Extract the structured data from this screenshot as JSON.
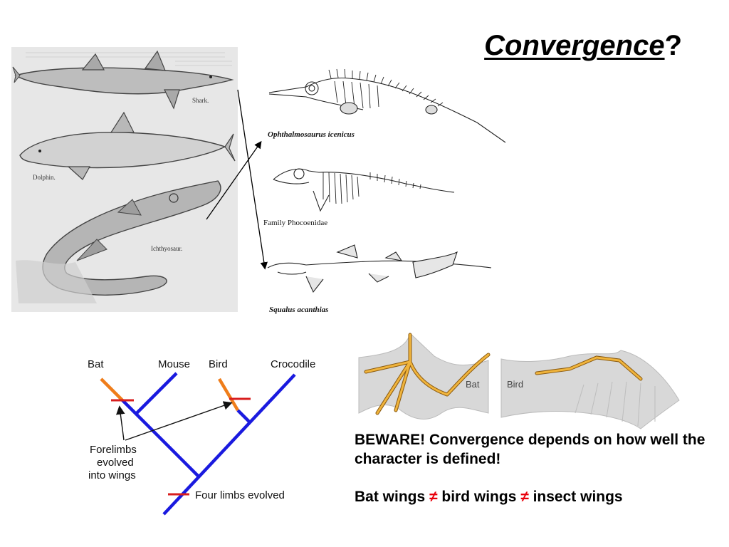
{
  "slide": {
    "title_word": "Convergence",
    "title_mark": "?"
  },
  "engraving": {
    "labels": {
      "shark": "Shark.",
      "dolphin": "Dolphin.",
      "ichthyosaur": "Ichthyosaur."
    }
  },
  "skeletons": {
    "ichthyosaur_caption": "Ophthalmosaurus icenicus",
    "porpoise_caption": "Family Phocoenidae",
    "shark_caption": "Squalus acanthias"
  },
  "cladogram": {
    "taxa": [
      "Bat",
      "Mouse",
      "Bird",
      "Crocodile"
    ],
    "annotation_lines": [
      "Forelimbs",
      "evolved",
      "into wings"
    ],
    "root_annotation": "Four limbs evolved",
    "colors": {
      "branch": "#1a1adf",
      "wing_branch": "#ef7d1a",
      "marker": "#d81e1e"
    }
  },
  "wings": {
    "bat_label": "Bat",
    "bird_label": "Bird",
    "colors": {
      "membrane": "#d8d8d8",
      "bone": "#f0b43c",
      "bone_outline": "#8a5a10"
    }
  },
  "notes": {
    "warning": "BEWARE!  Convergence depends on how well the character is defined!",
    "comparison": {
      "part1": "Bat wings ",
      "neq": "≠",
      "part2": " bird wings ",
      "part3": " insect wings"
    }
  }
}
